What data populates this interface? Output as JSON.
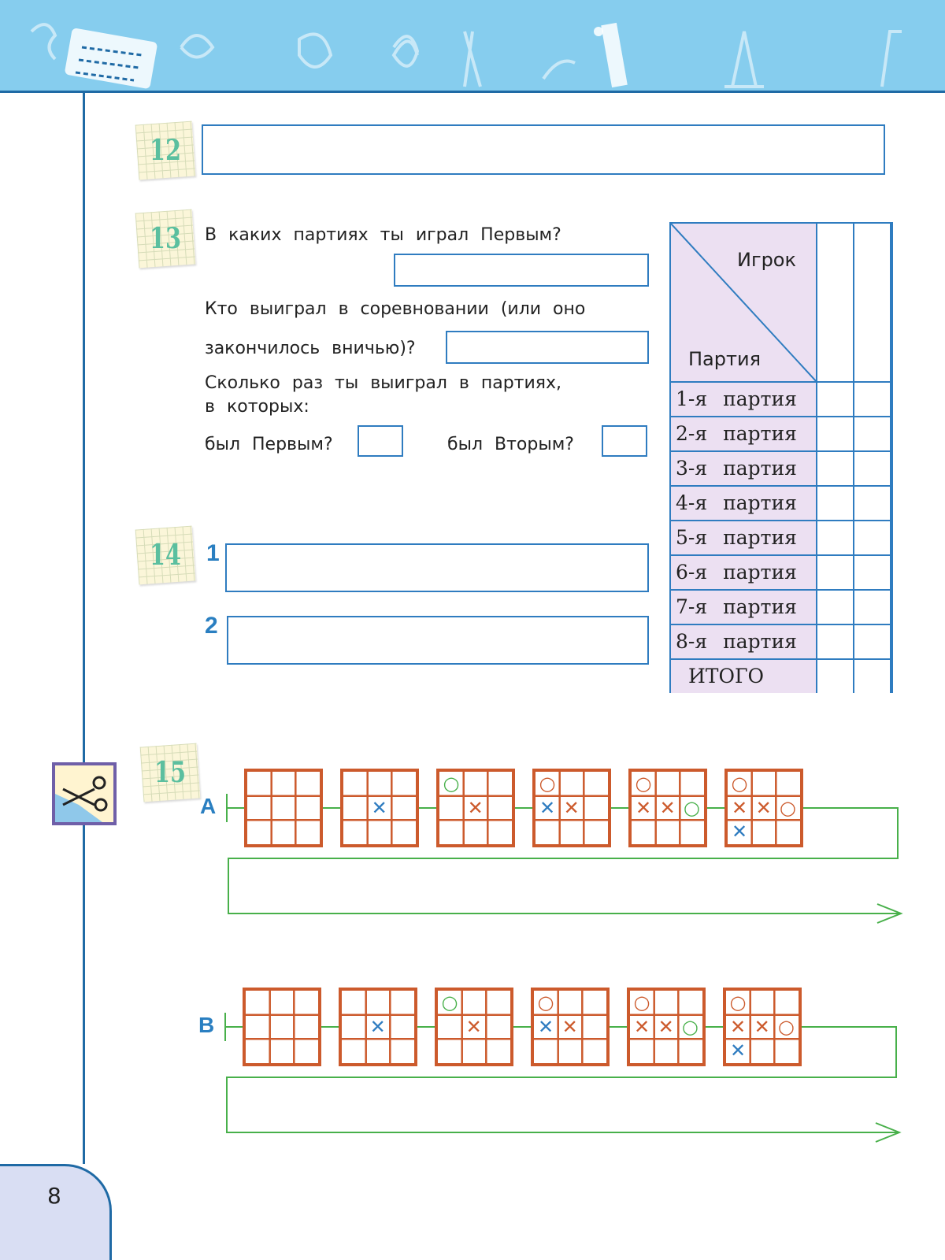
{
  "page": {
    "number": "8"
  },
  "task12": {
    "number": "12"
  },
  "task13": {
    "number": "13",
    "q1": "В каких партиях ты играл Первым?",
    "q2_line1": "Кто выиграл в соревновании (или оно",
    "q2_line2": "закончилось вничью)?",
    "q3_line1": "Сколько раз ты выиграл в партиях,",
    "q3_line2": "в которых:",
    "q3_first": "был Первым?",
    "q3_second": "был Вторым?"
  },
  "task14": {
    "number": "14",
    "label1": "1",
    "label2": "2"
  },
  "task15": {
    "number": "15",
    "strip_a": "A",
    "strip_b": "B"
  },
  "table": {
    "header_player": "Игрок",
    "header_game": "Партия",
    "rows": [
      "1-я партия",
      "2-я партия",
      "3-я партия",
      "4-я партия",
      "5-я партия",
      "6-я партия",
      "7-я партия",
      "8-я партия"
    ],
    "total": "ИТОГО"
  },
  "marks": {
    "x": "✕",
    "o": "○"
  },
  "colors": {
    "accent_blue": "#2f7cc0",
    "board_orange": "#cc5a2c",
    "line_green": "#48b04a",
    "table_lilac": "#ece0f2",
    "banner": "#86cdee"
  }
}
